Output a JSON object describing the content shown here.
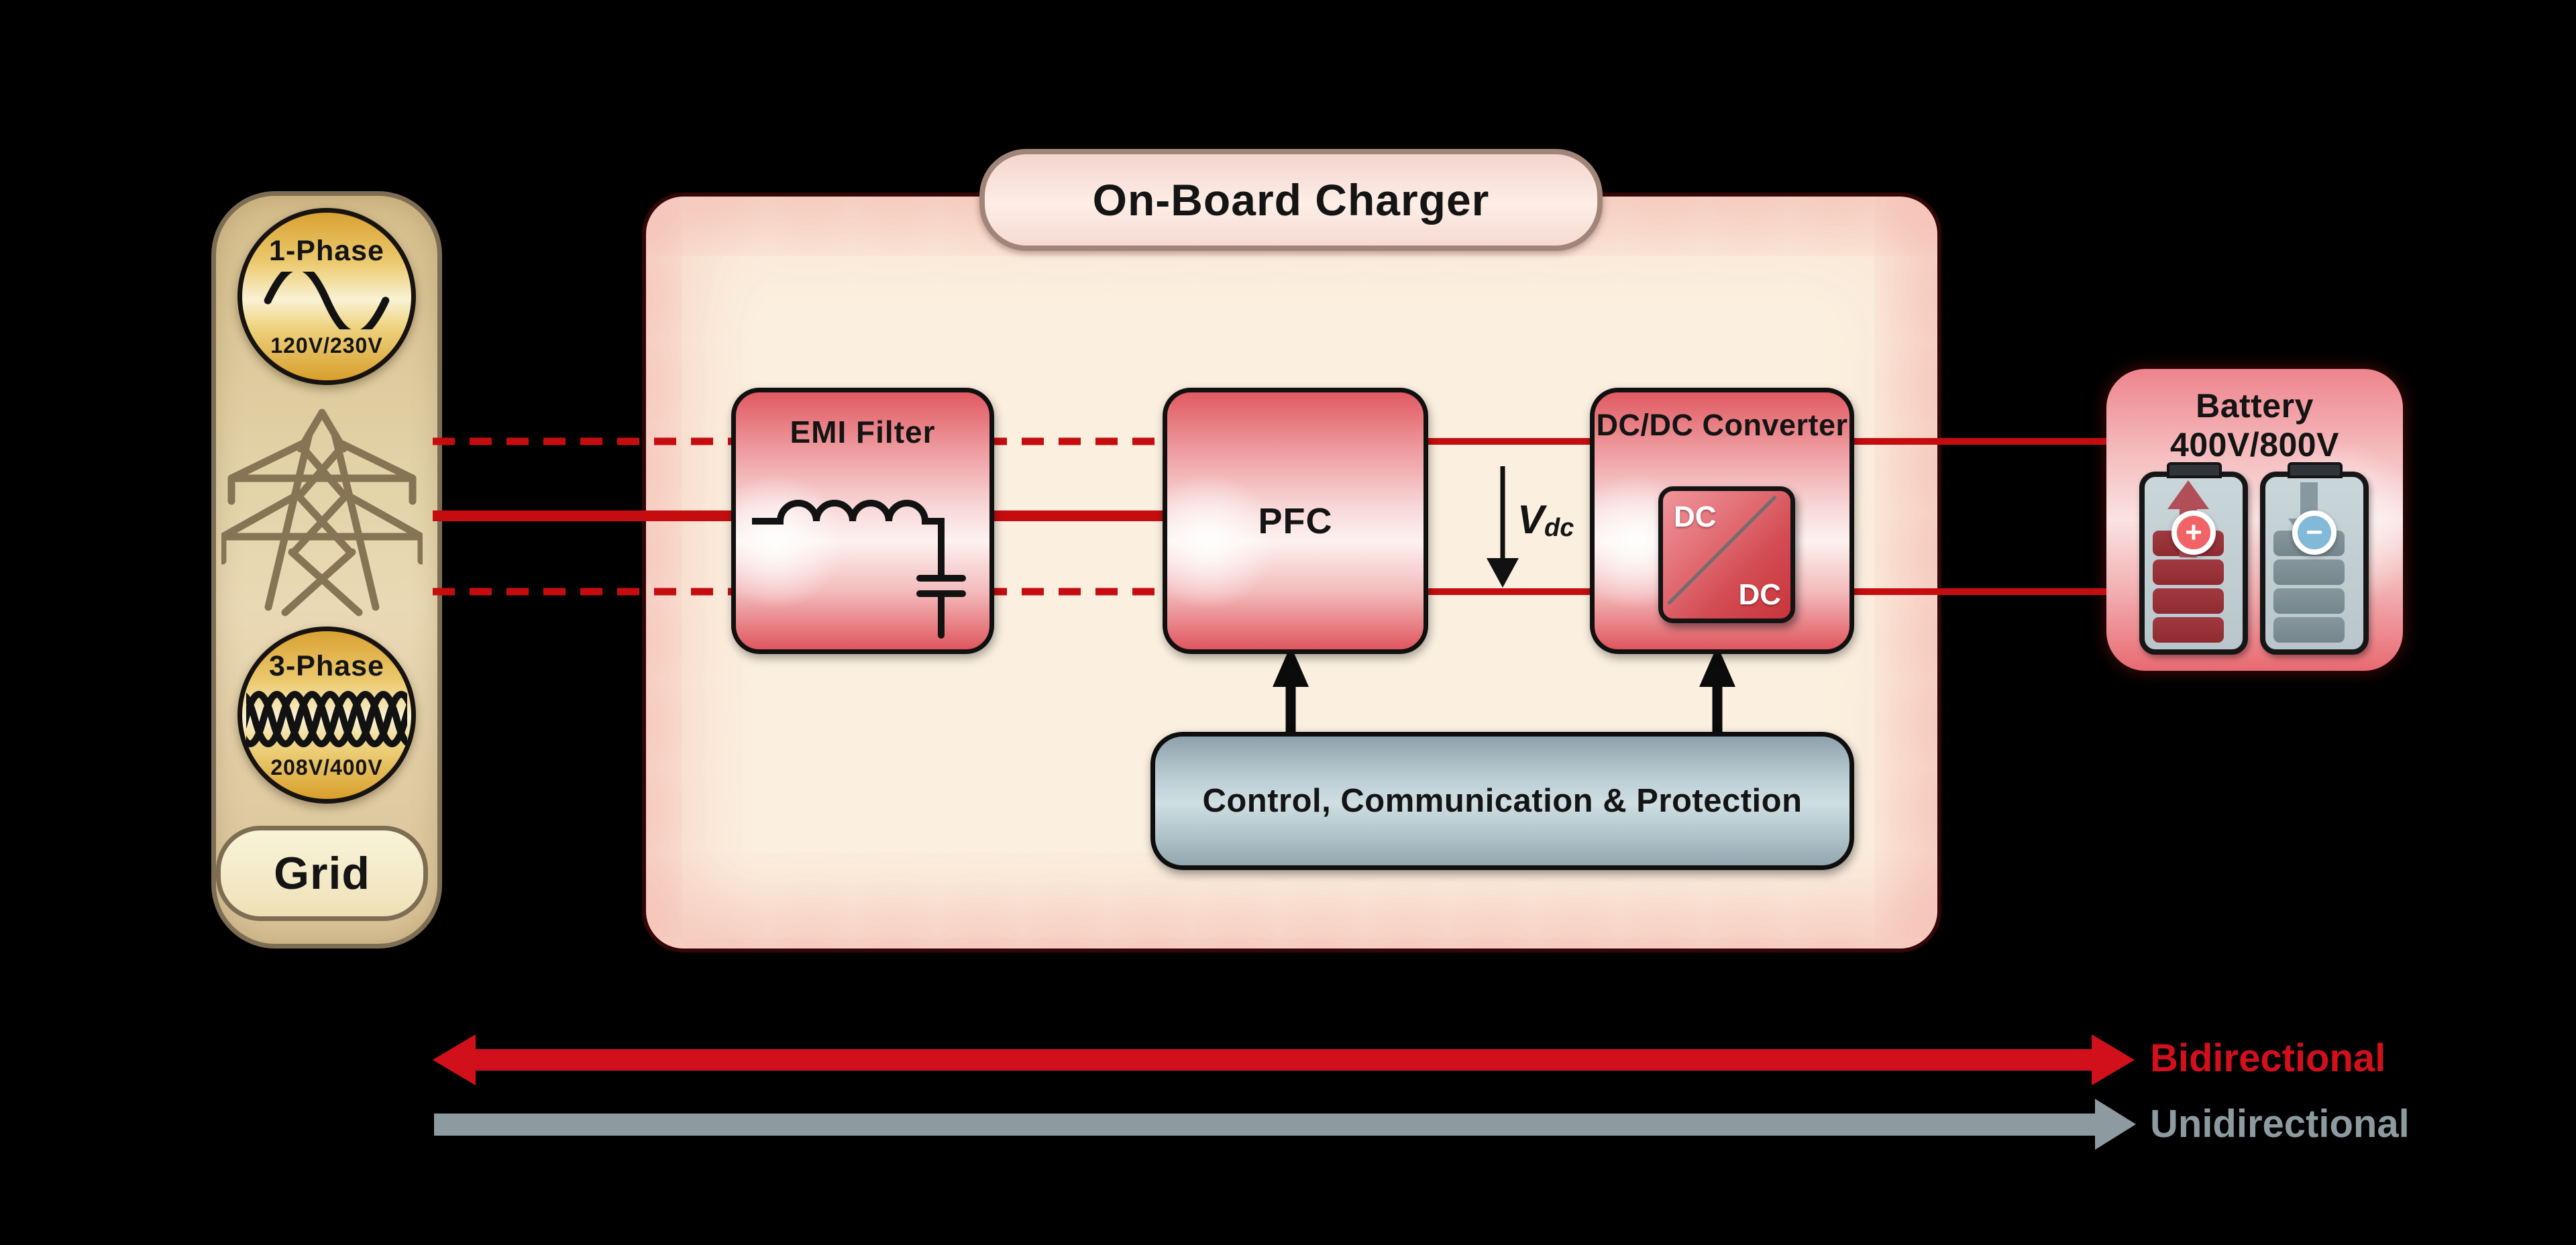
{
  "grid": {
    "label": "Grid",
    "one_phase": {
      "label": "1-Phase",
      "voltage": "120V/230V"
    },
    "three_phase": {
      "label": "3-Phase",
      "voltage": "208V/400V"
    }
  },
  "obc": {
    "title": "On-Board Charger",
    "emi": {
      "label": "EMI Filter"
    },
    "pfc": {
      "label": "PFC"
    },
    "dcdc": {
      "label": "DC/DC Converter",
      "icon_top": "DC",
      "icon_bottom": "DC"
    },
    "control": {
      "label": "Control, Communication & Protection"
    }
  },
  "dc_link": {
    "symbol": "V",
    "subscript": "dc"
  },
  "battery": {
    "line1": "Battery",
    "line2": "400V/800V",
    "positive": "+",
    "negative": "−"
  },
  "legend": {
    "bidirectional": "Bidirectional",
    "unidirectional": "Unidirectional"
  },
  "colors": {
    "wire_red": "#c50d10",
    "bidirectional_red": "#d2101b",
    "unidirectional_gray": "#8d9aa0",
    "grid_gold": "#dda62f",
    "block_red": "#e05a61",
    "control_blue_gray": "#b9ccd2",
    "battery_positive_red": "#f06468",
    "battery_negative_blue": "#82b8d8",
    "charger_panel_cream": "#fbf0df"
  }
}
